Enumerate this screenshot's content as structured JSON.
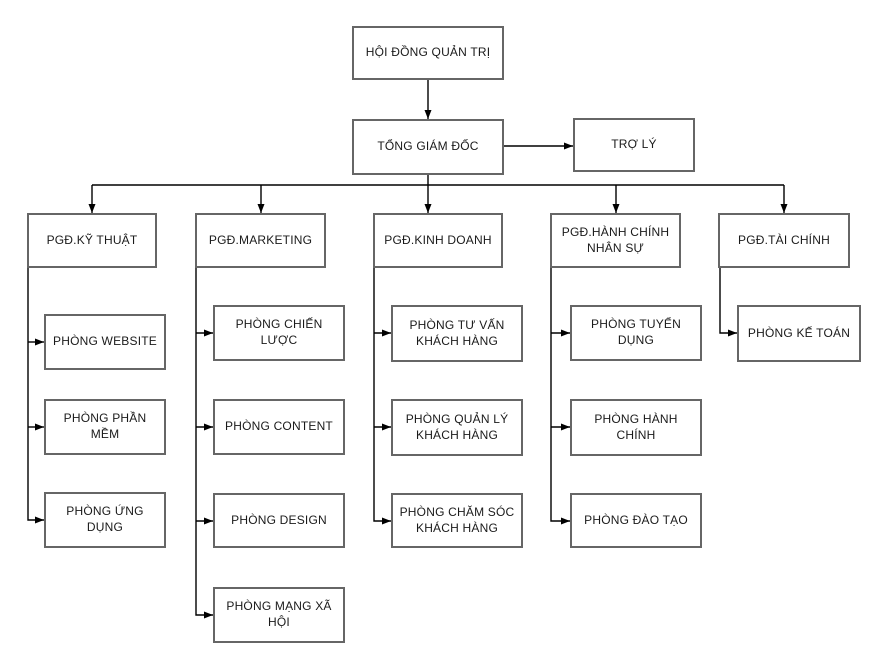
{
  "diagram": {
    "type": "org-chart",
    "board": {
      "label": "HỘI ĐỒNG QUẢN TRỊ"
    },
    "ceo": {
      "label": "TỔNG GIÁM ĐỐC"
    },
    "assistant": {
      "label": "TRỢ LÝ"
    },
    "departments": [
      {
        "label": "PGĐ.KỸ THUẬT",
        "children": [
          "PHÒNG WEBSITE",
          "PHÒNG PHẦN MỀM",
          "PHÒNG ỨNG DỤNG"
        ]
      },
      {
        "label": "PGĐ.MARKETING",
        "children": [
          "PHÒNG CHIẾN LƯỢC",
          "PHÒNG CONTENT",
          "PHÒNG DESIGN",
          "PHÒNG MẠNG XÃ HỘI"
        ]
      },
      {
        "label": "PGĐ.KINH DOANH",
        "children": [
          "PHÒNG TƯ VẤN KHÁCH HÀNG",
          "PHÒNG QUẢN LÝ KHÁCH HÀNG",
          "PHÒNG CHĂM SÓC KHÁCH HÀNG"
        ]
      },
      {
        "label": "PGĐ.HÀNH CHÍNH NHÂN SỰ",
        "children": [
          "PHÒNG TUYỂN DỤNG",
          "PHÒNG HÀNH CHÍNH",
          "PHÒNG ĐÀO TẠO"
        ]
      },
      {
        "label": "PGĐ.TÀI CHÍNH",
        "children": [
          "PHÒNG KẾ TOÁN"
        ]
      }
    ]
  },
  "colors": {
    "background": "#ffffff",
    "box_fill": "#ffffff",
    "box_border": "#666666",
    "connector": "#000000",
    "text": "#1a1a1a"
  }
}
